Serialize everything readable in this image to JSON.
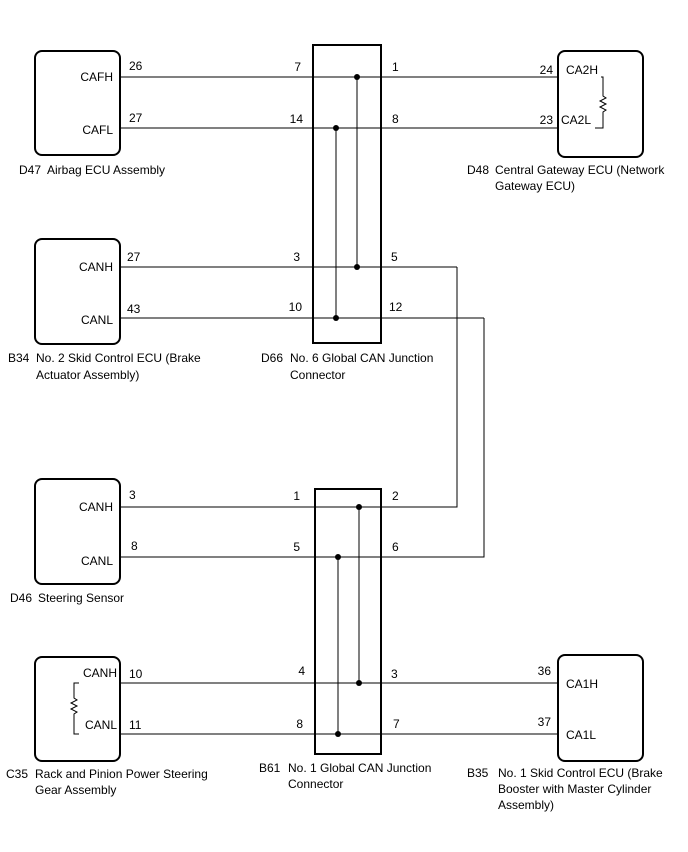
{
  "components": {
    "d47": {
      "code": "D47",
      "name": "Airbag ECU Assembly",
      "pin_h": "CAFH",
      "pin_l": "CAFL",
      "num_h": "26",
      "num_l": "27"
    },
    "d48": {
      "code": "D48",
      "name_line1": "Central Gateway ECU (Network",
      "name_line2": "Gateway ECU)",
      "pin_h": "CA2H",
      "pin_l": "CA2L",
      "num_h": "24",
      "num_l": "23"
    },
    "b34": {
      "code": "B34",
      "name_line1": "No. 2 Skid Control ECU (Brake",
      "name_line2": "Actuator Assembly)",
      "pin_h": "CANH",
      "pin_l": "CANL",
      "num_h": "27",
      "num_l": "43"
    },
    "d66": {
      "code": "D66",
      "name_line1": "No. 6 Global CAN Junction",
      "name_line2": "Connector",
      "left_h": "7",
      "left_l": "14",
      "right_h": "1",
      "right_l": "8",
      "left_h2": "3",
      "left_l2": "10",
      "right_h2": "5",
      "right_l2": "12"
    },
    "d46": {
      "code": "D46",
      "name": "Steering Sensor",
      "pin_h": "CANH",
      "pin_l": "CANL",
      "num_h": "3",
      "num_l": "8"
    },
    "b61": {
      "code": "B61",
      "name_line1": "No. 1 Global CAN Junction",
      "name_line2": "Connector",
      "left_h": "1",
      "left_l": "5",
      "right_h": "2",
      "right_l": "6",
      "left_h2": "4",
      "left_l2": "8",
      "right_h2": "3",
      "right_l2": "7"
    },
    "c35": {
      "code": "C35",
      "name_line1": "Rack and Pinion Power Steering",
      "name_line2": "Gear Assembly",
      "pin_h": "CANH",
      "pin_l": "CANL",
      "num_h": "10",
      "num_l": "11"
    },
    "b35": {
      "code": "B35",
      "name_line1": "No. 1 Skid Control ECU (Brake",
      "name_line2": "Booster with Master Cylinder",
      "name_line3": "Assembly)",
      "pin_h": "CA1H",
      "pin_l": "CA1L",
      "num_h": "36",
      "num_l": "37"
    }
  }
}
